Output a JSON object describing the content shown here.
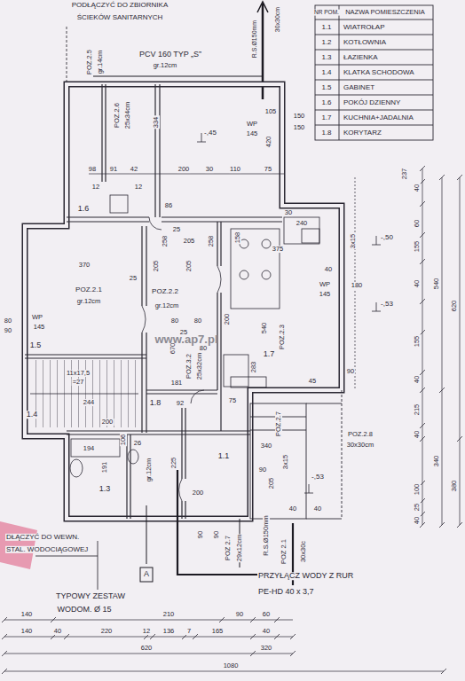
{
  "diagram": {
    "labels": [
      "PODŁĄCZYĆ DO ZBIORNIKA",
      "ŚCIEKÓW SANITARNYCH",
      "30x30cm",
      "R.S.Ø150mm",
      "PCV 160 TYP „S”",
      "gr.12cm",
      "NR POM.",
      "NAZWA POMIESZCZENIA",
      "1.1",
      "WIATROŁAP",
      "1.2",
      "KOTŁOWNIA",
      "1.3",
      "ŁAZIENKA",
      "1.4",
      "KLATKA SCHODOWA",
      "1.5",
      "GABINET",
      "1.6",
      "POKÓJ DZIENNY",
      "1.7",
      "KUCHNIA+JADALNIA",
      "1.8",
      "KORYTARZ",
      "334",
      "POZ.2.5",
      "gr.14cm",
      "POZ.2.6",
      "25x34cm",
      "-,45",
      "WP",
      "145",
      "105",
      "150",
      "150",
      "420",
      "98",
      "91",
      "42",
      "200",
      "30",
      "110",
      "75",
      "12",
      "12",
      "1.6",
      "86",
      "258",
      "25",
      "205",
      "258",
      "158",
      "30",
      "240",
      "3x15",
      "375",
      "-,50",
      "370",
      "25",
      "POZ.2.1",
      "gr.12cm",
      "WP",
      "145",
      "80",
      "90",
      "1.5",
      "205",
      "205",
      "POZ.2.2",
      "gr.12cm",
      "200",
      "40",
      "WP",
      "145",
      "180",
      "540",
      "-,53",
      "POZ.2.3",
      "80",
      "80",
      "25",
      "670",
      "1.7",
      "283",
      "80",
      "POZ.3.2",
      "25x32cm",
      "11x17,5",
      "=27",
      "45",
      "90",
      "181",
      "244",
      "92",
      "75",
      "1.8",
      "1.4",
      "200",
      "106",
      "194",
      "191",
      "1.3",
      "26",
      "gr.12cm",
      "225",
      "1.1",
      "200",
      "340",
      "205",
      "90",
      "3x15",
      "POZ.2.7",
      "POZ.2.8",
      "30x30cm",
      "-,53",
      "90",
      "90",
      "40",
      "40",
      "237",
      "40",
      "60",
      "155",
      "40",
      "155",
      "40",
      "215",
      "40",
      "100",
      "25",
      "40",
      "540",
      "340",
      "620",
      "380",
      "DŁĄCZYĆ DO WEWN.",
      "STAL. WODOCIĄGOWEJ",
      "A",
      "TYPOWY ZESTAW",
      "WODOM. Ø 15",
      "POZ 2.7",
      "29x12cm",
      "POZ 2.1",
      "30x30c",
      "R.S.Ø150mm",
      "PRZYŁĄCZ WODY Z RUR",
      "PE-HD 40 x 3,7",
      "140",
      "210",
      "90",
      "60",
      "140",
      "40",
      "220",
      "12",
      "136",
      "7",
      "165",
      "40",
      "620",
      "320",
      "1080",
      "www.ap7.pl"
    ]
  }
}
